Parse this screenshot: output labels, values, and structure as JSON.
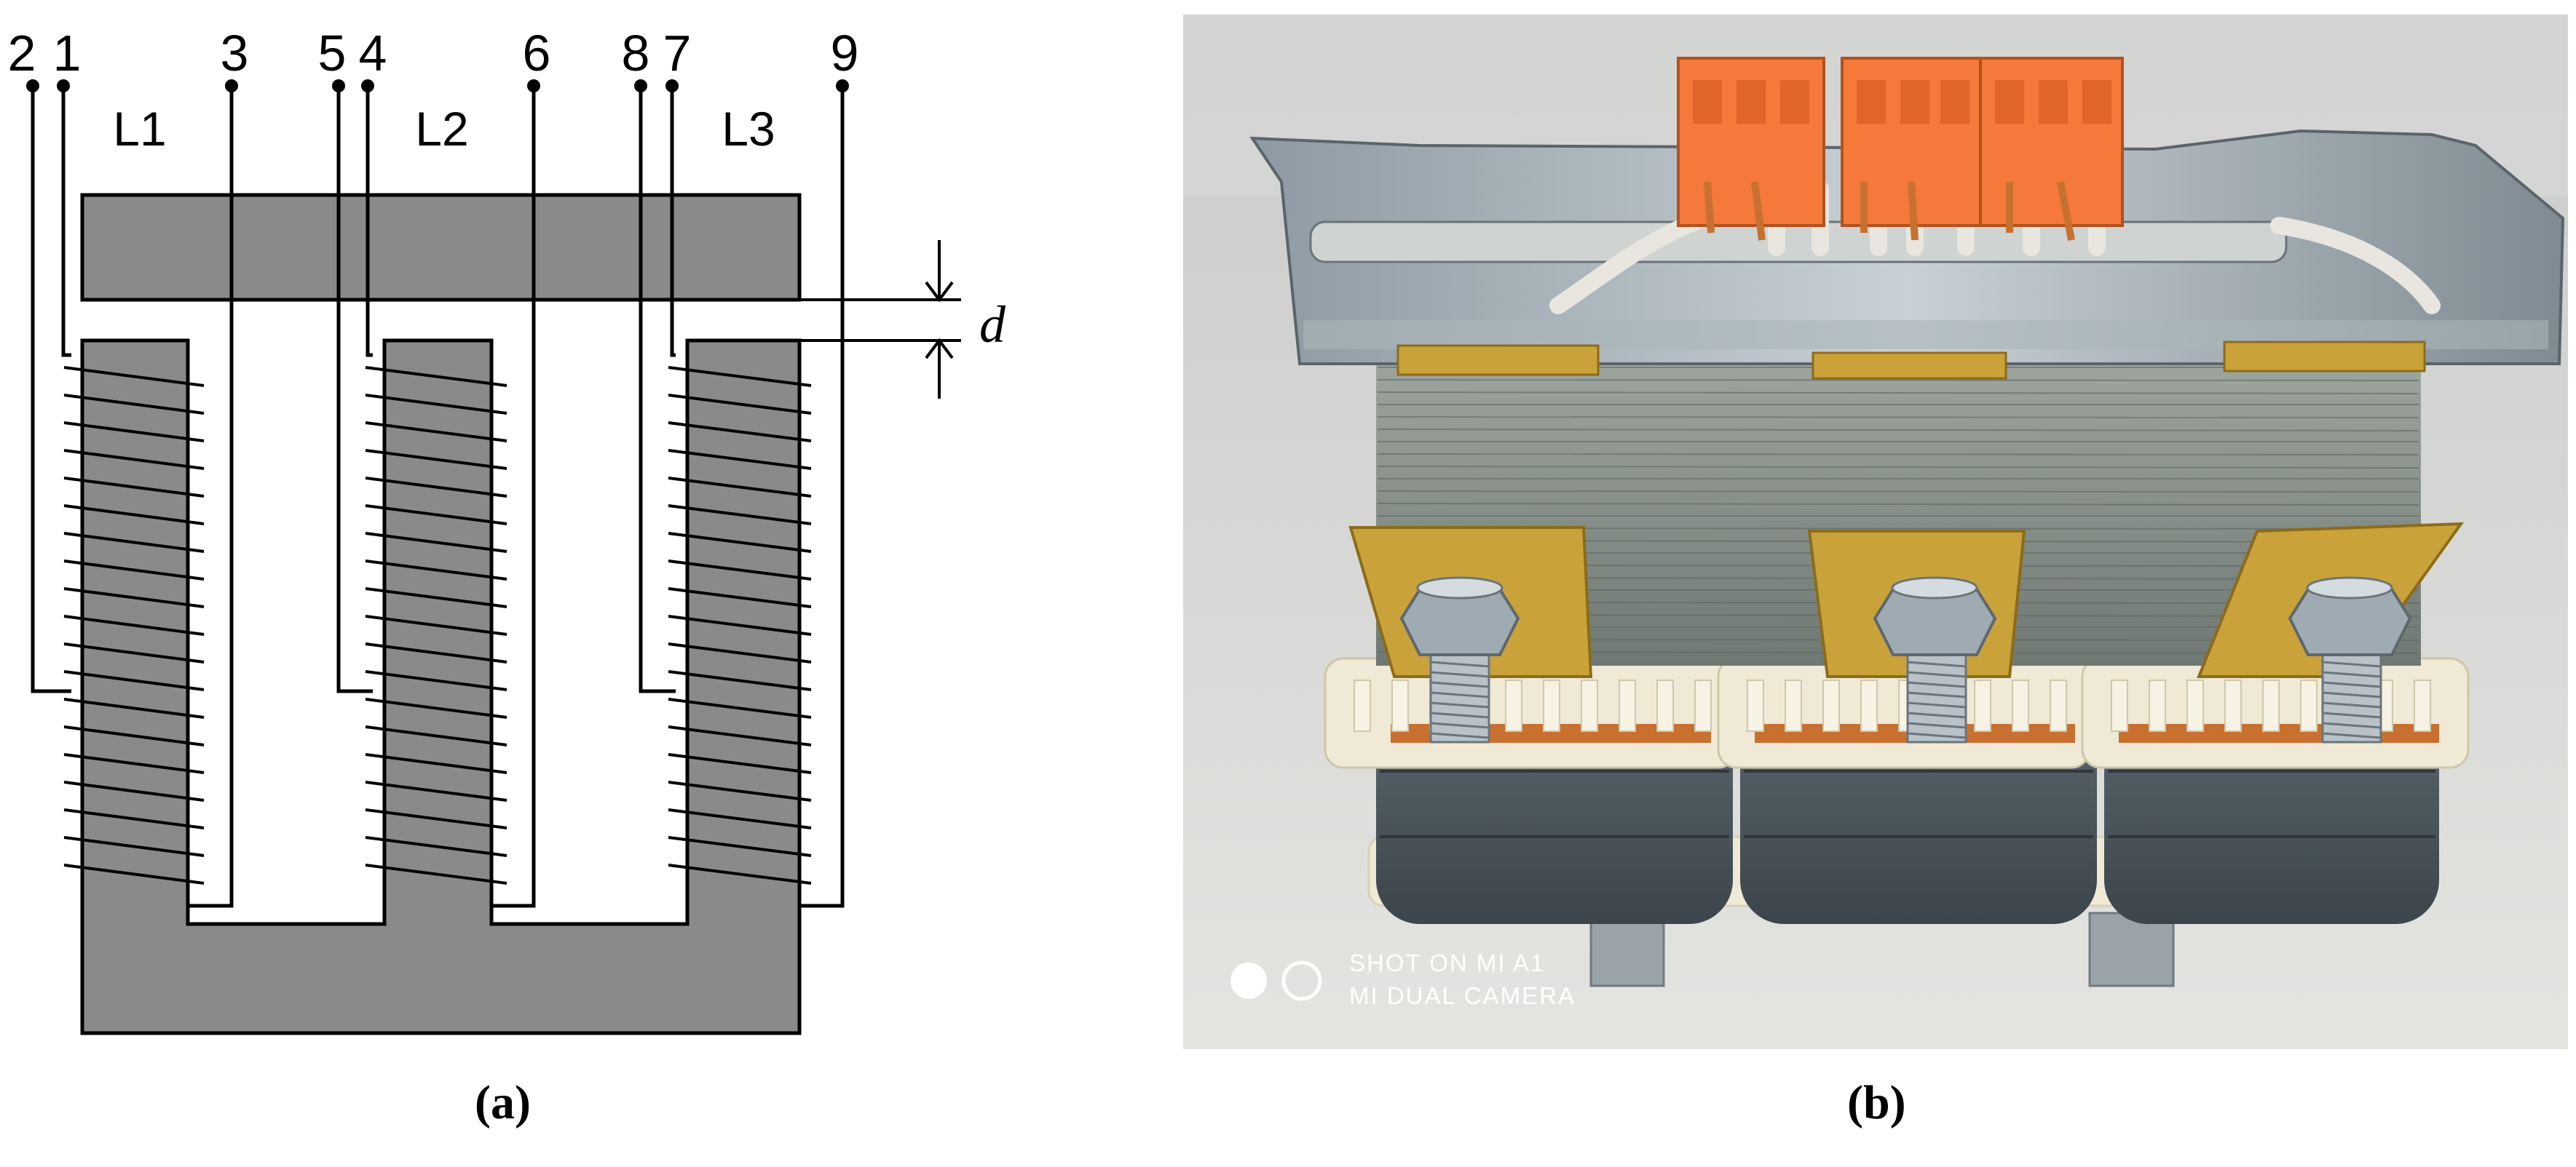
{
  "panel_a": {
    "terminals": [
      "2",
      "1",
      "3",
      "5",
      "4",
      "6",
      "8",
      "7",
      "9"
    ],
    "coil_labels": [
      "L1",
      "L2",
      "L3"
    ],
    "gap_label": "d",
    "caption": "(a)"
  },
  "panel_b": {
    "watermark_line1": "SHOT ON MI A1",
    "watermark_line2": "MI DUAL CAMERA",
    "caption": "(b)"
  },
  "colors": {
    "core": "#8a8a8a",
    "line": "#000000",
    "terminal_block": "#f4793a",
    "copper": "#c8702f",
    "bracket_brass": "#c9a23a",
    "coil_wrap": "#4f5a63",
    "bobbin": "#efe9d6",
    "photo_bg": "#d9d9d6"
  },
  "icons": [
    "terminal-dot-icon",
    "watermark-circle-icon"
  ]
}
